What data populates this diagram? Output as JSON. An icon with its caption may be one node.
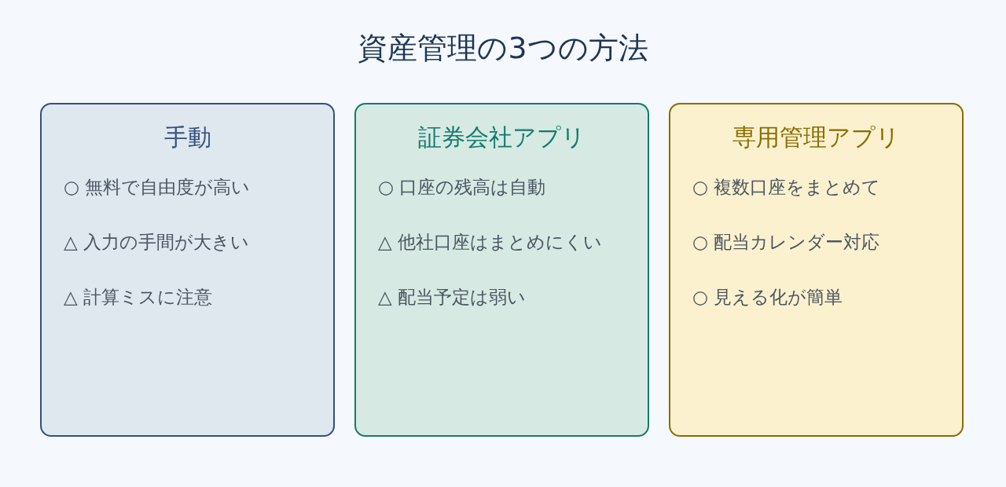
{
  "diagram": {
    "title": "資産管理の3つの方法",
    "nodes": [
      {
        "text": [
          "手動",
          "○ 無料で自由度が高い",
          "△ 入力の手間が大きい",
          "△ 計算ミスに注意"
        ]
      },
      {
        "text": [
          "証券会社アプリ",
          "○ 口座の残高は自動",
          "△ 他社口座はまとめにくい",
          "△ 配当予定は弱い"
        ]
      },
      {
        "text": [
          "専用管理アプリ",
          "○ 複数口座をまとめて",
          "○ 配当カレンダー対応",
          "○ 見える化が簡単"
        ]
      }
    ]
  }
}
